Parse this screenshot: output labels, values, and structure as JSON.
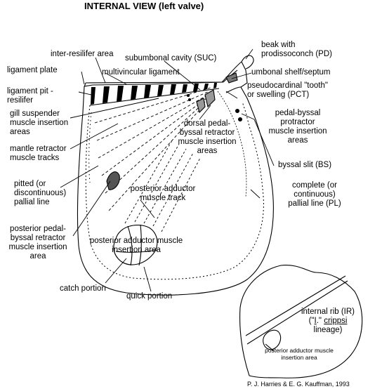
{
  "title": "INTERNAL VIEW (left valve)",
  "labels": {
    "beak": "beak with",
    "beak2": "prodissoconch (PD)",
    "inter_resilifer": "inter-resilifer area",
    "suc": "subumbonal cavity (SUC)",
    "umbonal_shelf": "umbonal shelf/septum",
    "ligament_plate": "ligament plate",
    "multivincular": "multivincular ligament",
    "pct1": "pseudocardinal \"tooth\"",
    "pct2": "or swelling (PCT)",
    "lig_pit1": "ligament pit -",
    "lig_pit2": "resilifer",
    "gill1": "gill suspender",
    "gill2": "muscle insertion",
    "gill3": "areas",
    "pedal_prot1": "pedal-byssal",
    "pedal_prot2": "protractor",
    "pedal_prot3": "muscle insertion",
    "pedal_prot4": "areas",
    "dorsal1": "dorsal pedal-",
    "dorsal2": "byssal retractor",
    "dorsal3": "muscle insertion",
    "dorsal4": "areas",
    "mantle1": "mantle retractor",
    "mantle2": "muscle tracks",
    "byssal_slit": "byssal slit (BS)",
    "pitted1": "pitted (or",
    "pitted2": "discontinuous)",
    "pitted3": "pallial line",
    "complete1": "complete (or",
    "complete2": "continuous)",
    "complete3": "pallial line (PL)",
    "pat1": "posterior adductor",
    "pat2": "muscle track",
    "ppb1": "posterior pedal-",
    "ppb2": "byssal retractor",
    "ppb3": "muscle insertion",
    "ppb4": "area",
    "pa1": "posterior adductor muscle",
    "pa2": "insertion area",
    "catch": "catch portion",
    "quick": "quick portion",
    "rib1": "internal rib (IR)",
    "rib2_pre": "(\"",
    "rib2_L": "I",
    "rib2_mid": ".\" ",
    "rib2_sp": "crippsi",
    "rib3": "lineage)",
    "inset1": "posterior adductor muscle",
    "inset2": "insertion area"
  },
  "credit": "P. J. Harries & E. G. Kauffman, 1993"
}
